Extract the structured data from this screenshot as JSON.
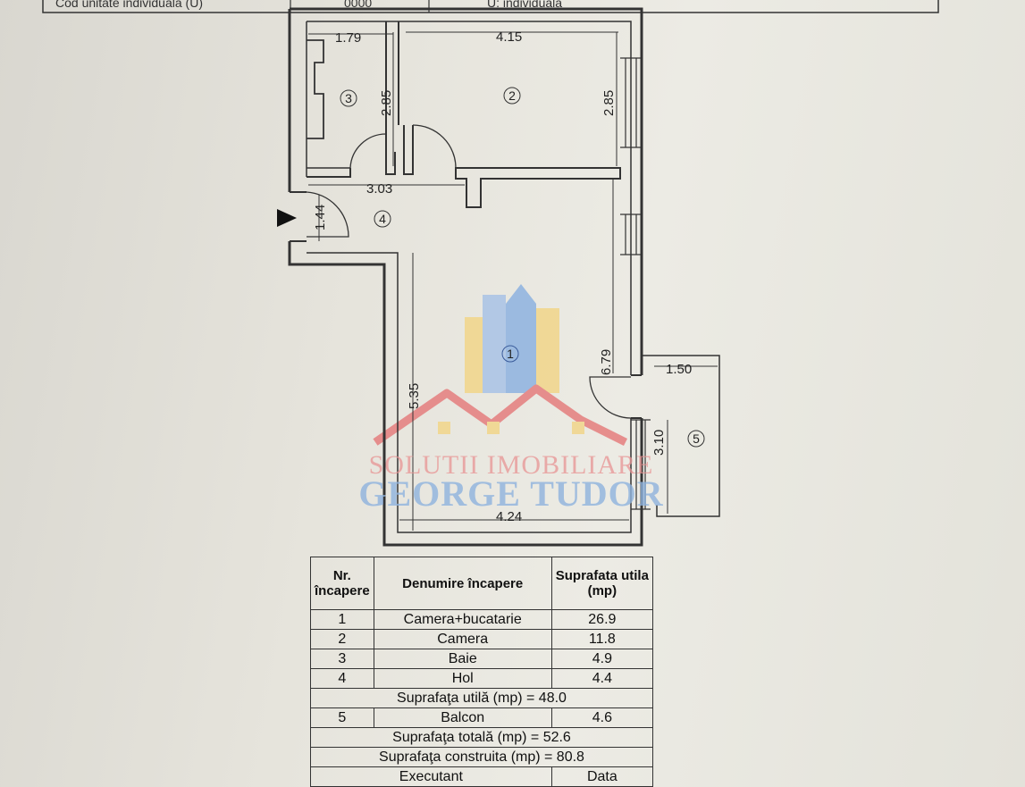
{
  "header": {
    "cells": [
      "Cod unitate individuala (U)",
      "0000",
      "U: individuala"
    ]
  },
  "plan": {
    "dimensions": {
      "d1_79": "1.79",
      "d4_15": "4.15",
      "d2_85_left": "2.85",
      "d2_85_right": "2.85",
      "d3_03": "3.03",
      "d1_44": "1.44",
      "d5_35": "5.35",
      "d6_79": "6.79",
      "d1_50": "1.50",
      "d3_10": "3.10",
      "d4_24": "4.24"
    },
    "room_markers": [
      "1",
      "2",
      "3",
      "4",
      "5"
    ]
  },
  "watermark": {
    "line1": "SOLUTII IMOBILIARE",
    "line2": "GEORGE TUDOR"
  },
  "table": {
    "headers": {
      "nr": "Nr. încapere",
      "name": "Denumire încapere",
      "area": "Suprafata utila (mp)"
    },
    "rows": [
      {
        "nr": "1",
        "name": "Camera+bucatarie",
        "area": "26.9"
      },
      {
        "nr": "2",
        "name": "Camera",
        "area": "11.8"
      },
      {
        "nr": "3",
        "name": "Baie",
        "area": "4.9"
      },
      {
        "nr": "4",
        "name": "Hol",
        "area": "4.4"
      }
    ],
    "util_total": "Suprafaţa utilă (mp) = 48.0",
    "balcony_row": {
      "nr": "5",
      "name": "Balcon",
      "area": "4.6"
    },
    "total": "Suprafaţa totală (mp) = 52.6",
    "built": "Suprafaţa construita (mp) = 80.8",
    "footer": [
      "Executant",
      "Data"
    ]
  }
}
